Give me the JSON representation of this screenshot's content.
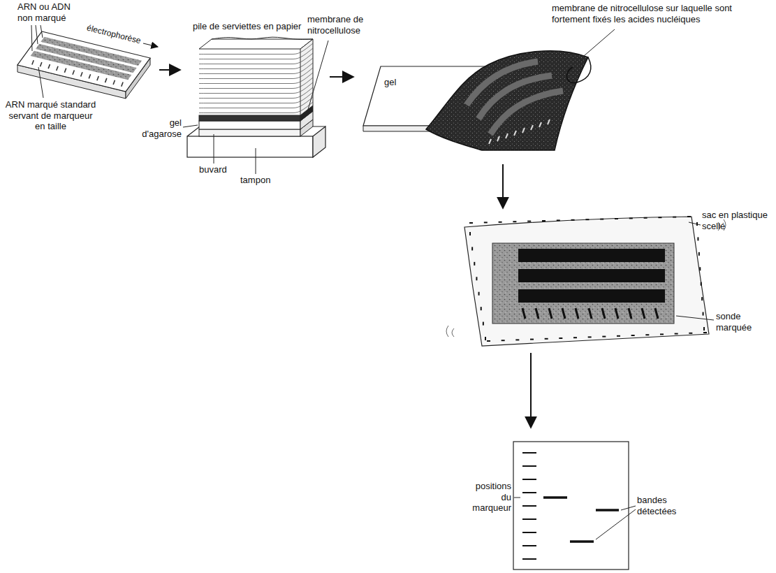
{
  "diagram": {
    "labels": [
      "ARN ou ADN non marqué",
      "électrophorèse",
      "ARN marqué standard servant de marqueur en taille",
      "gel d'agarose",
      "pile de serviettes en papier",
      "membrane de nitrocellulose",
      "buvard",
      "tampon",
      "gel",
      "membrane de nitrocellulose sur laquelle sont fortement fixés les acides nucléiques",
      "sac en plastique scellé",
      "sonde marquée",
      "positions du marqueur",
      "bandes détectées"
    ]
  }
}
